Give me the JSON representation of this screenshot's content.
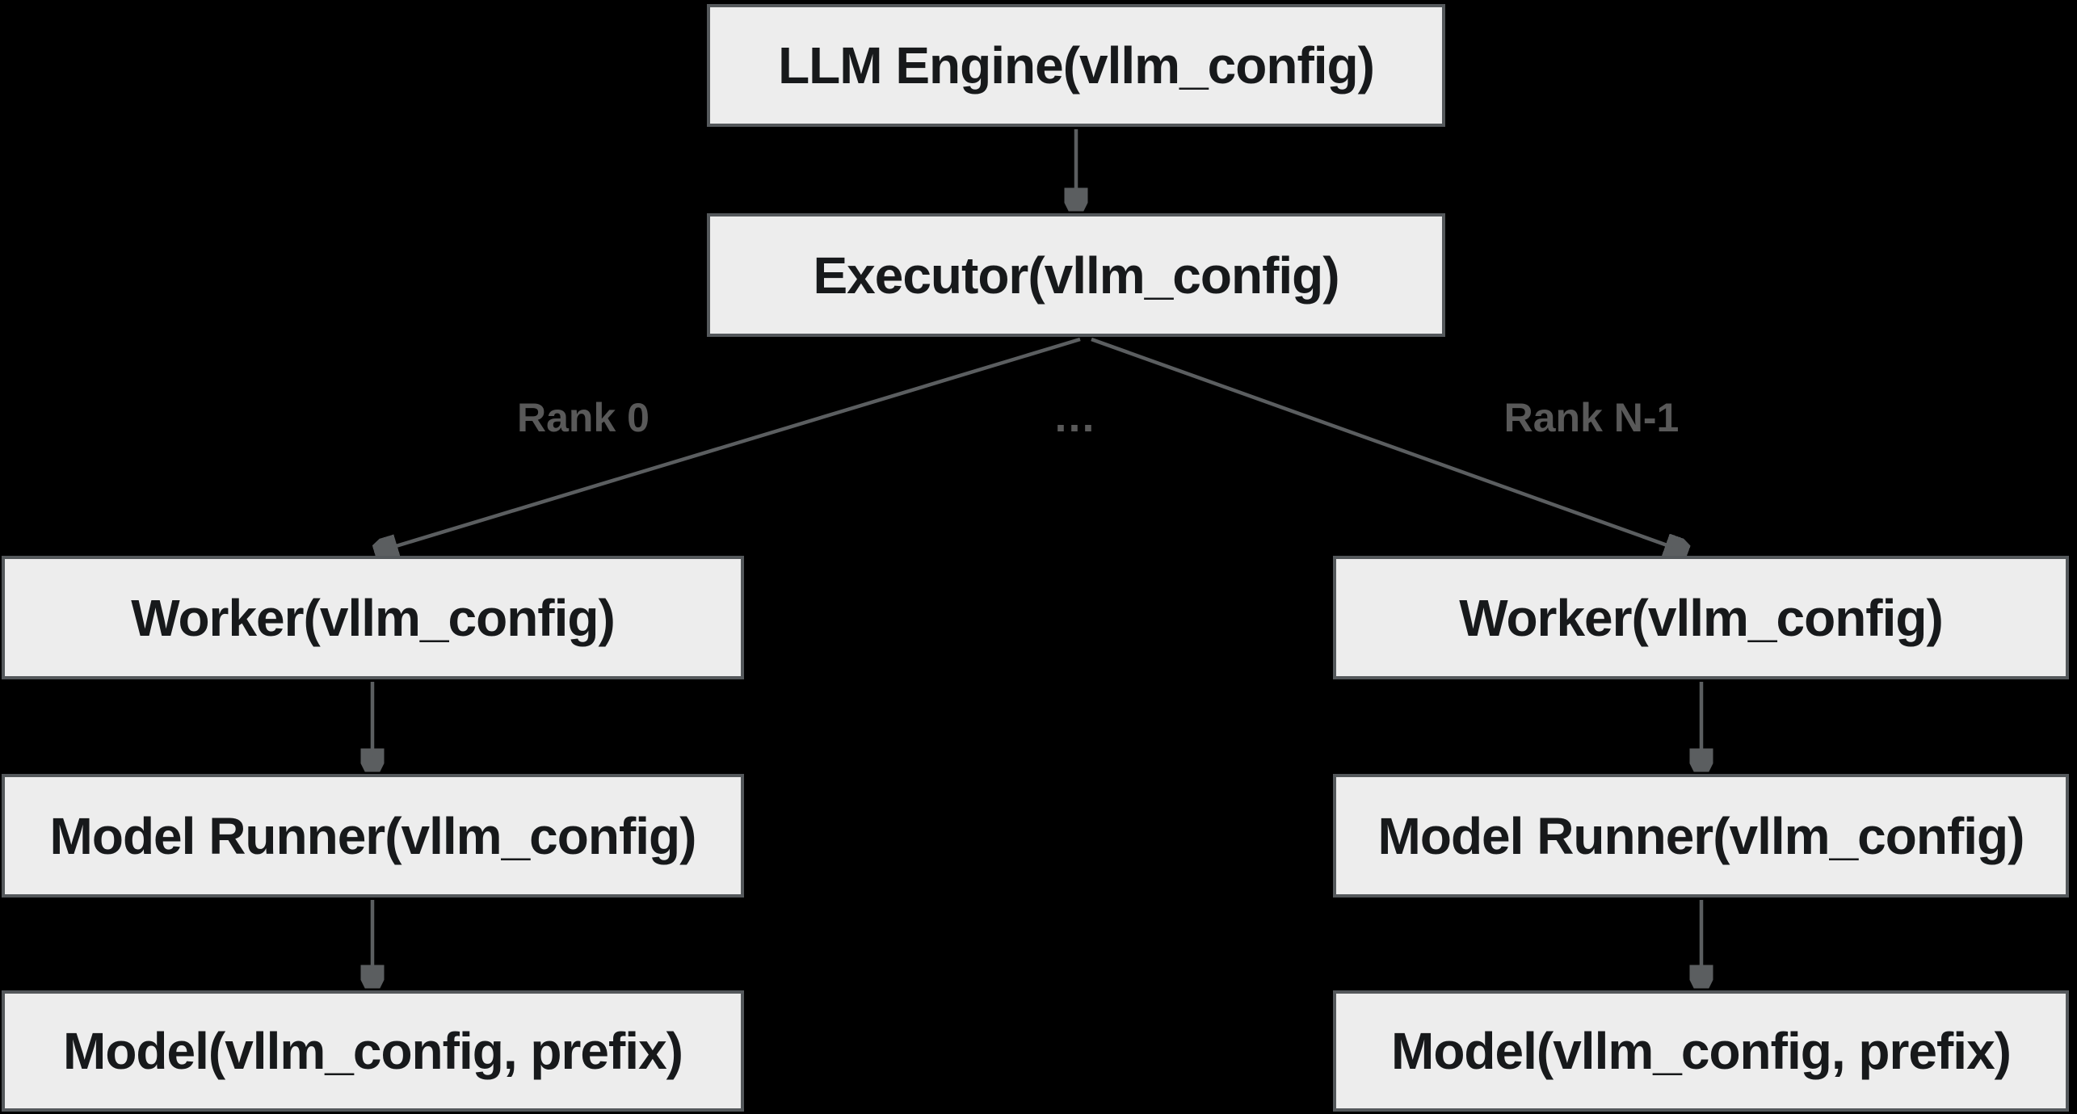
{
  "diagram": {
    "nodes": {
      "llm_engine": {
        "label": "LLM Engine(vllm_config)"
      },
      "executor": {
        "label": "Executor(vllm_config)"
      },
      "worker_left": {
        "label": "Worker(vllm_config)"
      },
      "model_runner_left": {
        "label": "Model Runner(vllm_config)"
      },
      "model_left": {
        "label": "Model(vllm_config, prefix)"
      },
      "worker_right": {
        "label": "Worker(vllm_config)"
      },
      "model_runner_right": {
        "label": "Model Runner(vllm_config)"
      },
      "model_right": {
        "label": "Model(vllm_config, prefix)"
      }
    },
    "edge_labels": {
      "rank_0": "Rank 0",
      "rank_n": "Rank N-1",
      "continuation": "..."
    },
    "colors": {
      "background": "#000000",
      "node_fill": "#ededed",
      "node_border": "#54585b",
      "node_text": "#17191b",
      "edge": "#5b5e60",
      "edge_label": "#595959"
    }
  }
}
